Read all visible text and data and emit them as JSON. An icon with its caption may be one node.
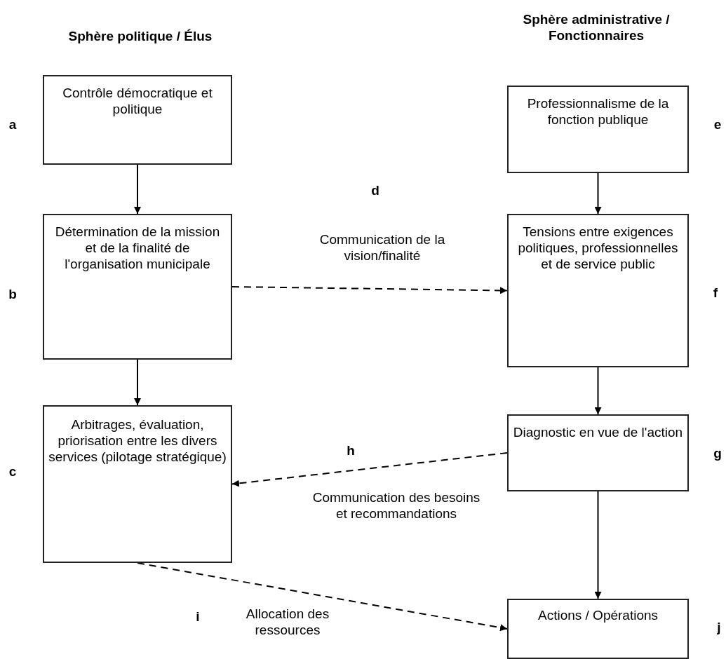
{
  "diagram": {
    "nodes": [
      {
        "text": [
          "Contrôle démocratique et politique"
        ]
      },
      {
        "text": [
          "Détermination de la mission et de la finalité de l'organisation municipale"
        ]
      },
      {
        "text": [
          "Arbitrages, évaluation, priorisation entre les divers services (pilotage stratégique)"
        ]
      },
      {
        "text": [
          "Professionnalisme de la fonction publique"
        ]
      },
      {
        "text": [
          "Tensions entre exigences politiques, professionnelles et de service public"
        ]
      },
      {
        "text": [
          "Diagnostic en vue de l'action"
        ]
      },
      {
        "text": [
          "Actions / Opérations"
        ]
      }
    ],
    "edges": [
      {
        "from": 0,
        "to": 1,
        "arrow": "to"
      },
      {
        "from": 1,
        "to": 2,
        "arrow": "to"
      },
      {
        "from": 3,
        "to": 4,
        "arrow": "to"
      },
      {
        "from": 4,
        "to": 5,
        "arrow": "to"
      },
      {
        "from": 5,
        "to": 6,
        "arrow": "to"
      },
      {
        "from": 1,
        "to": 4,
        "arrow": "to",
        "style": "dashed",
        "label": "Communication de la vision/finalité"
      },
      {
        "from": 5,
        "to": 2,
        "arrow": "to",
        "style": "dashed",
        "label": "Communication des besoins et recommandations"
      },
      {
        "from": 2,
        "to": 6,
        "arrow": "to",
        "style": "dashed",
        "label": "Allocation des ressources"
      }
    ],
    "labels": [
      "Sphère politique / Élus",
      "Sphère administrative / Fonctionnaires",
      "a",
      "e",
      "d",
      "b",
      "f",
      "h",
      "g",
      "c",
      "i",
      "j"
    ]
  }
}
